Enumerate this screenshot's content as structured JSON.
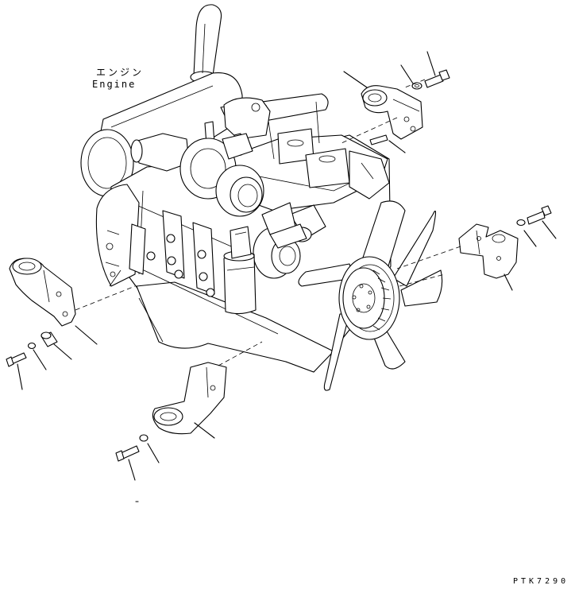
{
  "labels": {
    "engine_jp": "エンジン",
    "engine_en": "Engine",
    "drawing_code": "PTK7290"
  }
}
